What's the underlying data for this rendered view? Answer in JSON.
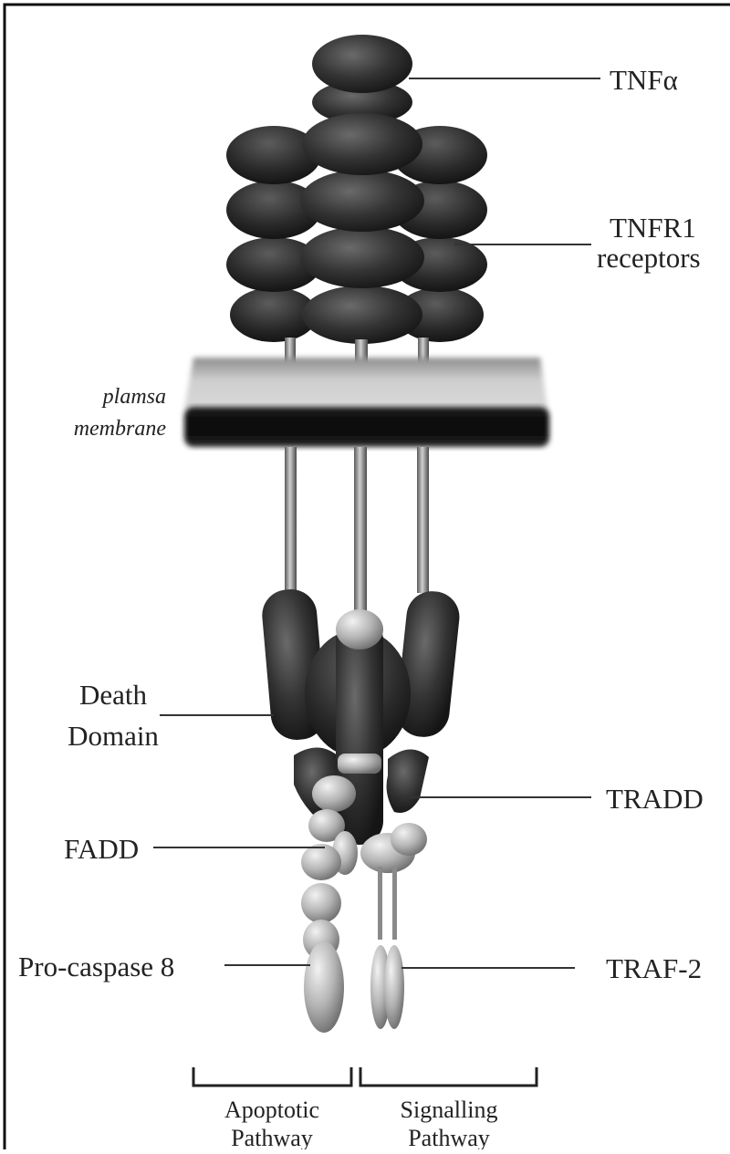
{
  "labels": {
    "tnf_alpha": "TNFα",
    "tnfr1_line1": "TNFR1",
    "tnfr1_line2": "receptors",
    "membrane_line1": "plamsa",
    "membrane_line2": "membrane",
    "death_line1": "Death",
    "death_line2": "Domain",
    "tradd": "TRADD",
    "fadd": "FADD",
    "traf2": "TRAF-2",
    "procaspase": "Pro-caspase 8",
    "apoptotic_line1": "Apoptotic",
    "apoptotic_line2": "Pathway",
    "signalling_line1": "Signalling",
    "signalling_line2": "Pathway"
  },
  "colors": {
    "frame": "#111111",
    "protein_dark": "#2e2e2e",
    "protein_light": "#a8a8a8",
    "membrane_top": "#b9b9b9",
    "membrane_bottom": "#0c0c0c"
  }
}
